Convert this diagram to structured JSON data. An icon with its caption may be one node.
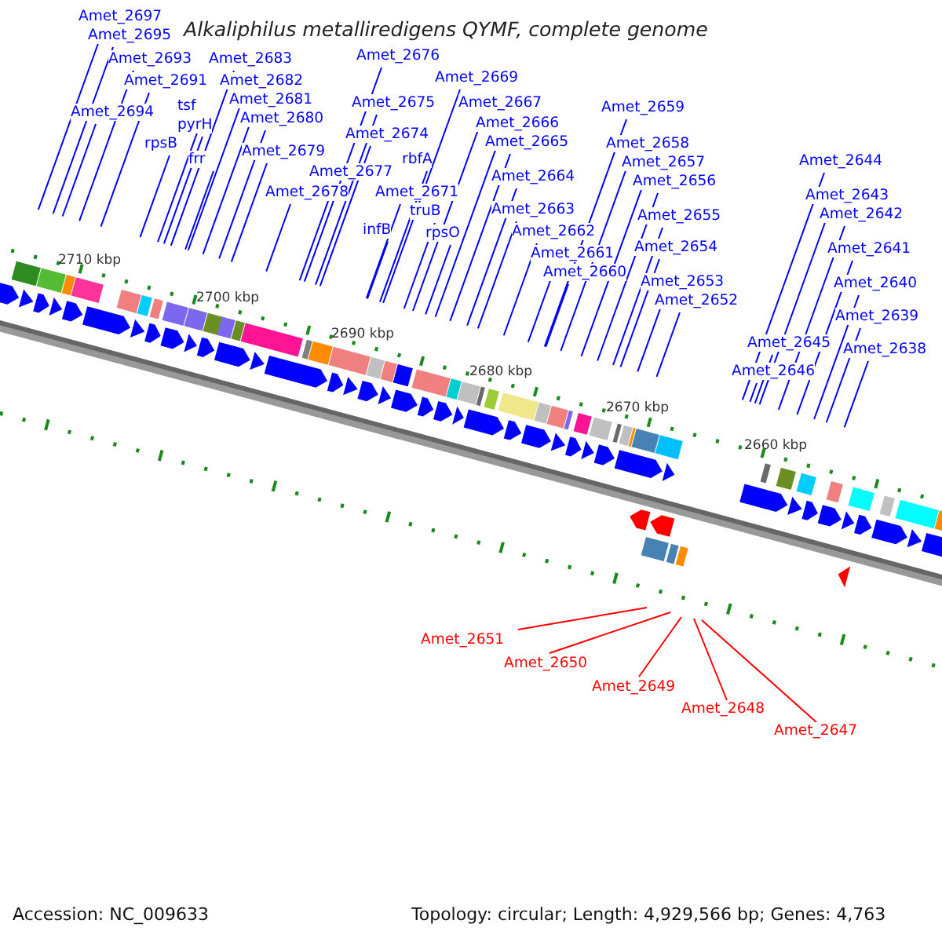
{
  "diagram": {
    "title": "Alkaliphilus metalliredigens QYMF, complete genome",
    "nodes": [
      {
        "text": [
          "Amet_2697"
        ]
      },
      {
        "text": [
          "Amet_2695"
        ]
      },
      {
        "text": [
          "Amet_2693"
        ]
      },
      {
        "text": [
          "Amet_2691"
        ]
      },
      {
        "text": [
          "Amet_2694"
        ]
      },
      {
        "text": [
          "tsf"
        ]
      },
      {
        "text": [
          "pyrH"
        ]
      },
      {
        "text": [
          "rpsB"
        ]
      },
      {
        "text": [
          "frr"
        ]
      },
      {
        "text": [
          "Amet_2683"
        ]
      },
      {
        "text": [
          "Amet_2682"
        ]
      },
      {
        "text": [
          "Amet_2681"
        ]
      },
      {
        "text": [
          "Amet_2680"
        ]
      },
      {
        "text": [
          "Amet_2679"
        ]
      },
      {
        "text": [
          "Amet_2678"
        ]
      },
      {
        "text": [
          "Amet_2677"
        ]
      },
      {
        "text": [
          "Amet_2676"
        ]
      },
      {
        "text": [
          "Amet_2675"
        ]
      },
      {
        "text": [
          "Amet_2674"
        ]
      },
      {
        "text": [
          "rbfA"
        ]
      },
      {
        "text": [
          "Amet_2671"
        ]
      },
      {
        "text": [
          "truB"
        ]
      },
      {
        "text": [
          "infB"
        ]
      },
      {
        "text": [
          "rpsO"
        ]
      },
      {
        "text": [
          "Amet_2669"
        ]
      },
      {
        "text": [
          "Amet_2667"
        ]
      },
      {
        "text": [
          "Amet_2666"
        ]
      },
      {
        "text": [
          "Amet_2665"
        ]
      },
      {
        "text": [
          "Amet_2664"
        ]
      },
      {
        "text": [
          "Amet_2663"
        ]
      },
      {
        "text": [
          "Amet_2662"
        ]
      },
      {
        "text": [
          "Amet_2661"
        ]
      },
      {
        "text": [
          "Amet_2660"
        ]
      },
      {
        "text": [
          "Amet_2659"
        ]
      },
      {
        "text": [
          "Amet_2658"
        ]
      },
      {
        "text": [
          "Amet_2657"
        ]
      },
      {
        "text": [
          "Amet_2656"
        ]
      },
      {
        "text": [
          "Amet_2655"
        ]
      },
      {
        "text": [
          "Amet_2654"
        ]
      },
      {
        "text": [
          "Amet_2653"
        ]
      },
      {
        "text": [
          "Amet_2652"
        ]
      },
      {
        "text": [
          "Amet_2644"
        ]
      },
      {
        "text": [
          "Amet_2643"
        ]
      },
      {
        "text": [
          "Amet_2642"
        ]
      },
      {
        "text": [
          "Amet_2641"
        ]
      },
      {
        "text": [
          "Amet_2640"
        ]
      },
      {
        "text": [
          "Amet_2639"
        ]
      },
      {
        "text": [
          "Amet_2638"
        ]
      },
      {
        "text": [
          "Amet_2645"
        ]
      },
      {
        "text": [
          "Amet_2646"
        ]
      },
      {
        "text": [
          "Amet_2651"
        ]
      },
      {
        "text": [
          "Amet_2650"
        ]
      },
      {
        "text": [
          "Amet_2649"
        ]
      },
      {
        "text": [
          "Amet_2648"
        ]
      },
      {
        "text": [
          "Amet_2647"
        ]
      }
    ],
    "edges": [
      {
        "from": 0,
        "to": null,
        "arrow": "none"
      },
      {
        "from": 1,
        "to": null,
        "arrow": "none"
      },
      {
        "from": 2,
        "to": null,
        "arrow": "none"
      },
      {
        "from": 3,
        "to": null,
        "arrow": "none"
      },
      {
        "from": 4,
        "to": null,
        "arrow": "none"
      },
      {
        "from": 5,
        "to": null,
        "arrow": "none"
      },
      {
        "from": 6,
        "to": null,
        "arrow": "none"
      },
      {
        "from": 7,
        "to": null,
        "arrow": "none"
      },
      {
        "from": 8,
        "to": null,
        "arrow": "none"
      },
      {
        "from": 9,
        "to": null,
        "arrow": "none"
      },
      {
        "from": 10,
        "to": null,
        "arrow": "none"
      },
      {
        "from": 11,
        "to": null,
        "arrow": "none"
      },
      {
        "from": 12,
        "to": null,
        "arrow": "none"
      },
      {
        "from": 13,
        "to": null,
        "arrow": "none"
      },
      {
        "from": 14,
        "to": null,
        "arrow": "none"
      },
      {
        "from": 15,
        "to": null,
        "arrow": "none"
      },
      {
        "from": 16,
        "to": null,
        "arrow": "none"
      },
      {
        "from": 17,
        "to": null,
        "arrow": "none"
      },
      {
        "from": 18,
        "to": null,
        "arrow": "none"
      },
      {
        "from": 19,
        "to": null,
        "arrow": "none"
      },
      {
        "from": 20,
        "to": null,
        "arrow": "none"
      },
      {
        "from": 21,
        "to": null,
        "arrow": "none"
      },
      {
        "from": 22,
        "to": null,
        "arrow": "none"
      },
      {
        "from": 23,
        "to": null,
        "arrow": "none"
      },
      {
        "from": 24,
        "to": null,
        "arrow": "none"
      },
      {
        "from": 25,
        "to": null,
        "arrow": "none"
      },
      {
        "from": 26,
        "to": null,
        "arrow": "none"
      },
      {
        "from": 27,
        "to": null,
        "arrow": "none"
      },
      {
        "from": 28,
        "to": null,
        "arrow": "none"
      },
      {
        "from": 29,
        "to": null,
        "arrow": "none"
      },
      {
        "from": 30,
        "to": null,
        "arrow": "none"
      },
      {
        "from": 31,
        "to": null,
        "arrow": "none"
      },
      {
        "from": 32,
        "to": null,
        "arrow": "none"
      },
      {
        "from": 33,
        "to": null,
        "arrow": "none"
      },
      {
        "from": 34,
        "to": null,
        "arrow": "none"
      },
      {
        "from": 35,
        "to": null,
        "arrow": "none"
      },
      {
        "from": 36,
        "to": null,
        "arrow": "none"
      },
      {
        "from": 37,
        "to": null,
        "arrow": "none"
      },
      {
        "from": 38,
        "to": null,
        "arrow": "none"
      },
      {
        "from": 39,
        "to": null,
        "arrow": "none"
      },
      {
        "from": 40,
        "to": null,
        "arrow": "none"
      },
      {
        "from": 41,
        "to": null,
        "arrow": "none"
      },
      {
        "from": 42,
        "to": null,
        "arrow": "none"
      },
      {
        "from": 43,
        "to": null,
        "arrow": "none"
      },
      {
        "from": 44,
        "to": null,
        "arrow": "none"
      },
      {
        "from": 45,
        "to": null,
        "arrow": "none"
      },
      {
        "from": 46,
        "to": null,
        "arrow": "none"
      },
      {
        "from": 47,
        "to": null,
        "arrow": "none"
      },
      {
        "from": 48,
        "to": null,
        "arrow": "none"
      },
      {
        "from": 49,
        "to": null,
        "arrow": "none"
      },
      {
        "from": 50,
        "to": null,
        "arrow": "none",
        "color": "#ff0000"
      },
      {
        "from": 51,
        "to": null,
        "arrow": "none",
        "color": "#ff0000"
      },
      {
        "from": 52,
        "to": null,
        "arrow": "none",
        "color": "#ff0000"
      },
      {
        "from": 53,
        "to": null,
        "arrow": "none",
        "color": "#ff0000"
      },
      {
        "from": 54,
        "to": null,
        "arrow": "none",
        "color": "#ff0000"
      }
    ],
    "labels": [
      "2710 kbp",
      "2700 kbp",
      "2690 kbp",
      "2680 kbp",
      "2670 kbp",
      "2660 kbp",
      "Accession: NC_009633",
      "Topology: circular; Length: 4,929,566 bp; Genes: 4,763"
    ]
  }
}
